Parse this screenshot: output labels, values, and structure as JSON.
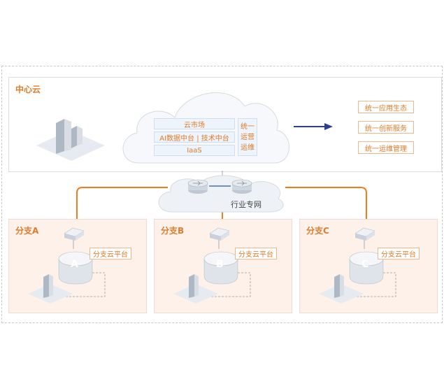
{
  "central": {
    "title": "中心云",
    "cloud_rows": [
      "云市场",
      "AI数据中台 | 技术中台",
      "IaaS"
    ],
    "ops_lines": [
      "统一",
      "运营",
      "运维"
    ],
    "services": [
      "统一应用生态",
      "统一创新服务",
      "统一运维管理"
    ]
  },
  "network": {
    "label": "行业专网"
  },
  "branches": [
    {
      "title": "分支A",
      "platform": "分支云平台",
      "letter": "A"
    },
    {
      "title": "分支B",
      "platform": "分支云平台",
      "letter": "B"
    },
    {
      "title": "分支C",
      "platform": "分支云平台",
      "letter": "C"
    }
  ],
  "colors": {
    "accent": "#e07b2a",
    "arrow": "#2f3f8f",
    "line": "#f07c1c"
  }
}
